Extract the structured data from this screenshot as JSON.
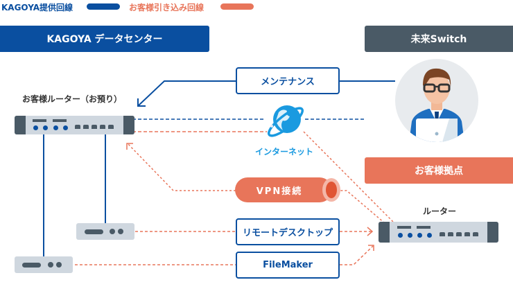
{
  "legend": {
    "kagoya_line": {
      "label": "KAGOYA提供回線",
      "color": "#0a4fa0"
    },
    "customer_line": {
      "label": "お客様引き込み回線",
      "color": "#e8755a"
    }
  },
  "headers": {
    "kagoya_dc": {
      "label": "KAGOYA データセンター",
      "color": "#0a4fa0"
    },
    "mirai_switch": {
      "label": "未来Switch",
      "color": "#4a5a66"
    },
    "customer_site": {
      "label": "お客様拠点",
      "color": "#e8755a"
    }
  },
  "nodes": {
    "customer_router_dc": {
      "label": "お客様ルーター（お預り）"
    },
    "customer_router_site": {
      "label": "ルーター"
    },
    "internet": {
      "label": "インターネット",
      "icon": "globe-icon"
    },
    "operator": {
      "icon": "operator-avatar-icon"
    },
    "server_1": {
      "icon": "server-icon"
    },
    "server_2": {
      "icon": "server-icon"
    }
  },
  "connections": {
    "maintenance": {
      "label": "メンテナンス"
    },
    "vpn": {
      "label": "VPN接続"
    },
    "remote_desktop": {
      "label": "リモートデスクトップ"
    },
    "filemaker": {
      "label": "FileMaker"
    }
  }
}
